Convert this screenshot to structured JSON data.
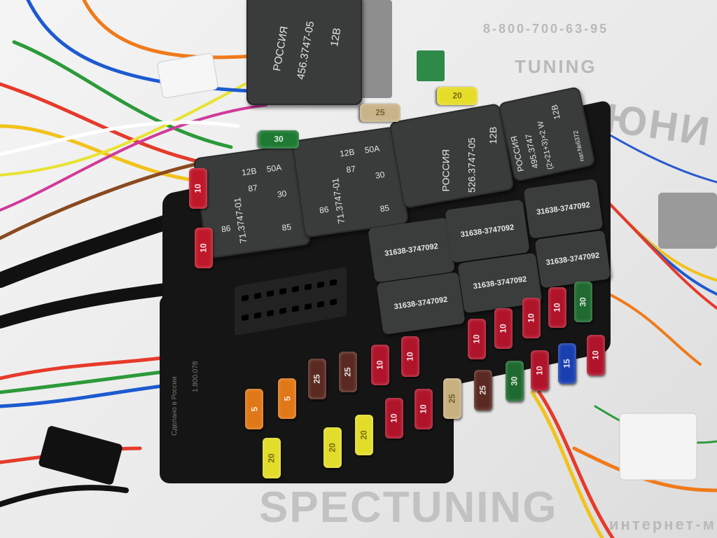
{
  "watermarks": {
    "phone": "8-800-700-63-95",
    "brand_top": "TUNING",
    "brand_bottom": "SPECTUNING",
    "tagline": "интернет-м",
    "partial_word": "ЮНИ"
  },
  "relays": {
    "top_relay": {
      "brand": "РОССИЯ",
      "model": "456.3747-05",
      "voltage": "12В"
    },
    "relay_a": {
      "model": "71.3747-01",
      "voltage": "12В",
      "current": "50A",
      "pins": [
        "87",
        "86",
        "30",
        "85"
      ]
    },
    "relay_b": {
      "model": "71.3747-01",
      "voltage": "12В",
      "current": "50A",
      "pins": [
        "87",
        "86",
        "30",
        "85"
      ]
    },
    "wiper_relay": {
      "brand": "РОССИЯ",
      "model": "526.3747-05",
      "voltage": "12В"
    },
    "flasher_relay": {
      "brand": "РОССИЯ",
      "model": "495.3747",
      "rating": "(2×21+3)×2 W",
      "voltage": "12В",
      "patent": "пат.№6372"
    },
    "mini_relays": [
      "31638-3747092",
      "31638-3747092",
      "31638-3747092",
      "31638-3747092",
      "31638-3747092",
      "31638-3747092"
    ]
  },
  "housing_marking": {
    "made_in": "Сделано в России",
    "part": "1.800.078"
  },
  "fuses": [
    {
      "rating": "10",
      "color": "#c0182a"
    },
    {
      "rating": "10",
      "color": "#c0182a"
    },
    {
      "rating": "30",
      "color": "#1f7a34"
    },
    {
      "rating": "25",
      "color": "#c8b48a"
    },
    {
      "rating": "20",
      "color": "#e6dc2a"
    },
    {
      "rating": "5",
      "color": "#e07818"
    },
    {
      "rating": "5",
      "color": "#e07818"
    },
    {
      "rating": "25",
      "color": "#5a2a22"
    },
    {
      "rating": "25",
      "color": "#5a2a22"
    },
    {
      "rating": "10",
      "color": "#b0142a"
    },
    {
      "rating": "10",
      "color": "#b0142a"
    },
    {
      "rating": "10",
      "color": "#b0142a"
    },
    {
      "rating": "10",
      "color": "#b0142a"
    },
    {
      "rating": "10",
      "color": "#b0142a"
    },
    {
      "rating": "10",
      "color": "#b0142a"
    },
    {
      "rating": "30",
      "color": "#1f6a30"
    },
    {
      "rating": "20",
      "color": "#e2dc2a"
    },
    {
      "rating": "20",
      "color": "#e2dc2a"
    },
    {
      "rating": "20",
      "color": "#e2dc2a"
    },
    {
      "rating": "10",
      "color": "#b0142a"
    },
    {
      "rating": "10",
      "color": "#b0142a"
    },
    {
      "rating": "25",
      "color": "#c8b080"
    },
    {
      "rating": "25",
      "color": "#5a2a22"
    },
    {
      "rating": "30",
      "color": "#1f6a30"
    },
    {
      "rating": "10",
      "color": "#b0142a"
    },
    {
      "rating": "15",
      "color": "#1a3fb0"
    },
    {
      "rating": "10",
      "color": "#b0142a"
    }
  ]
}
